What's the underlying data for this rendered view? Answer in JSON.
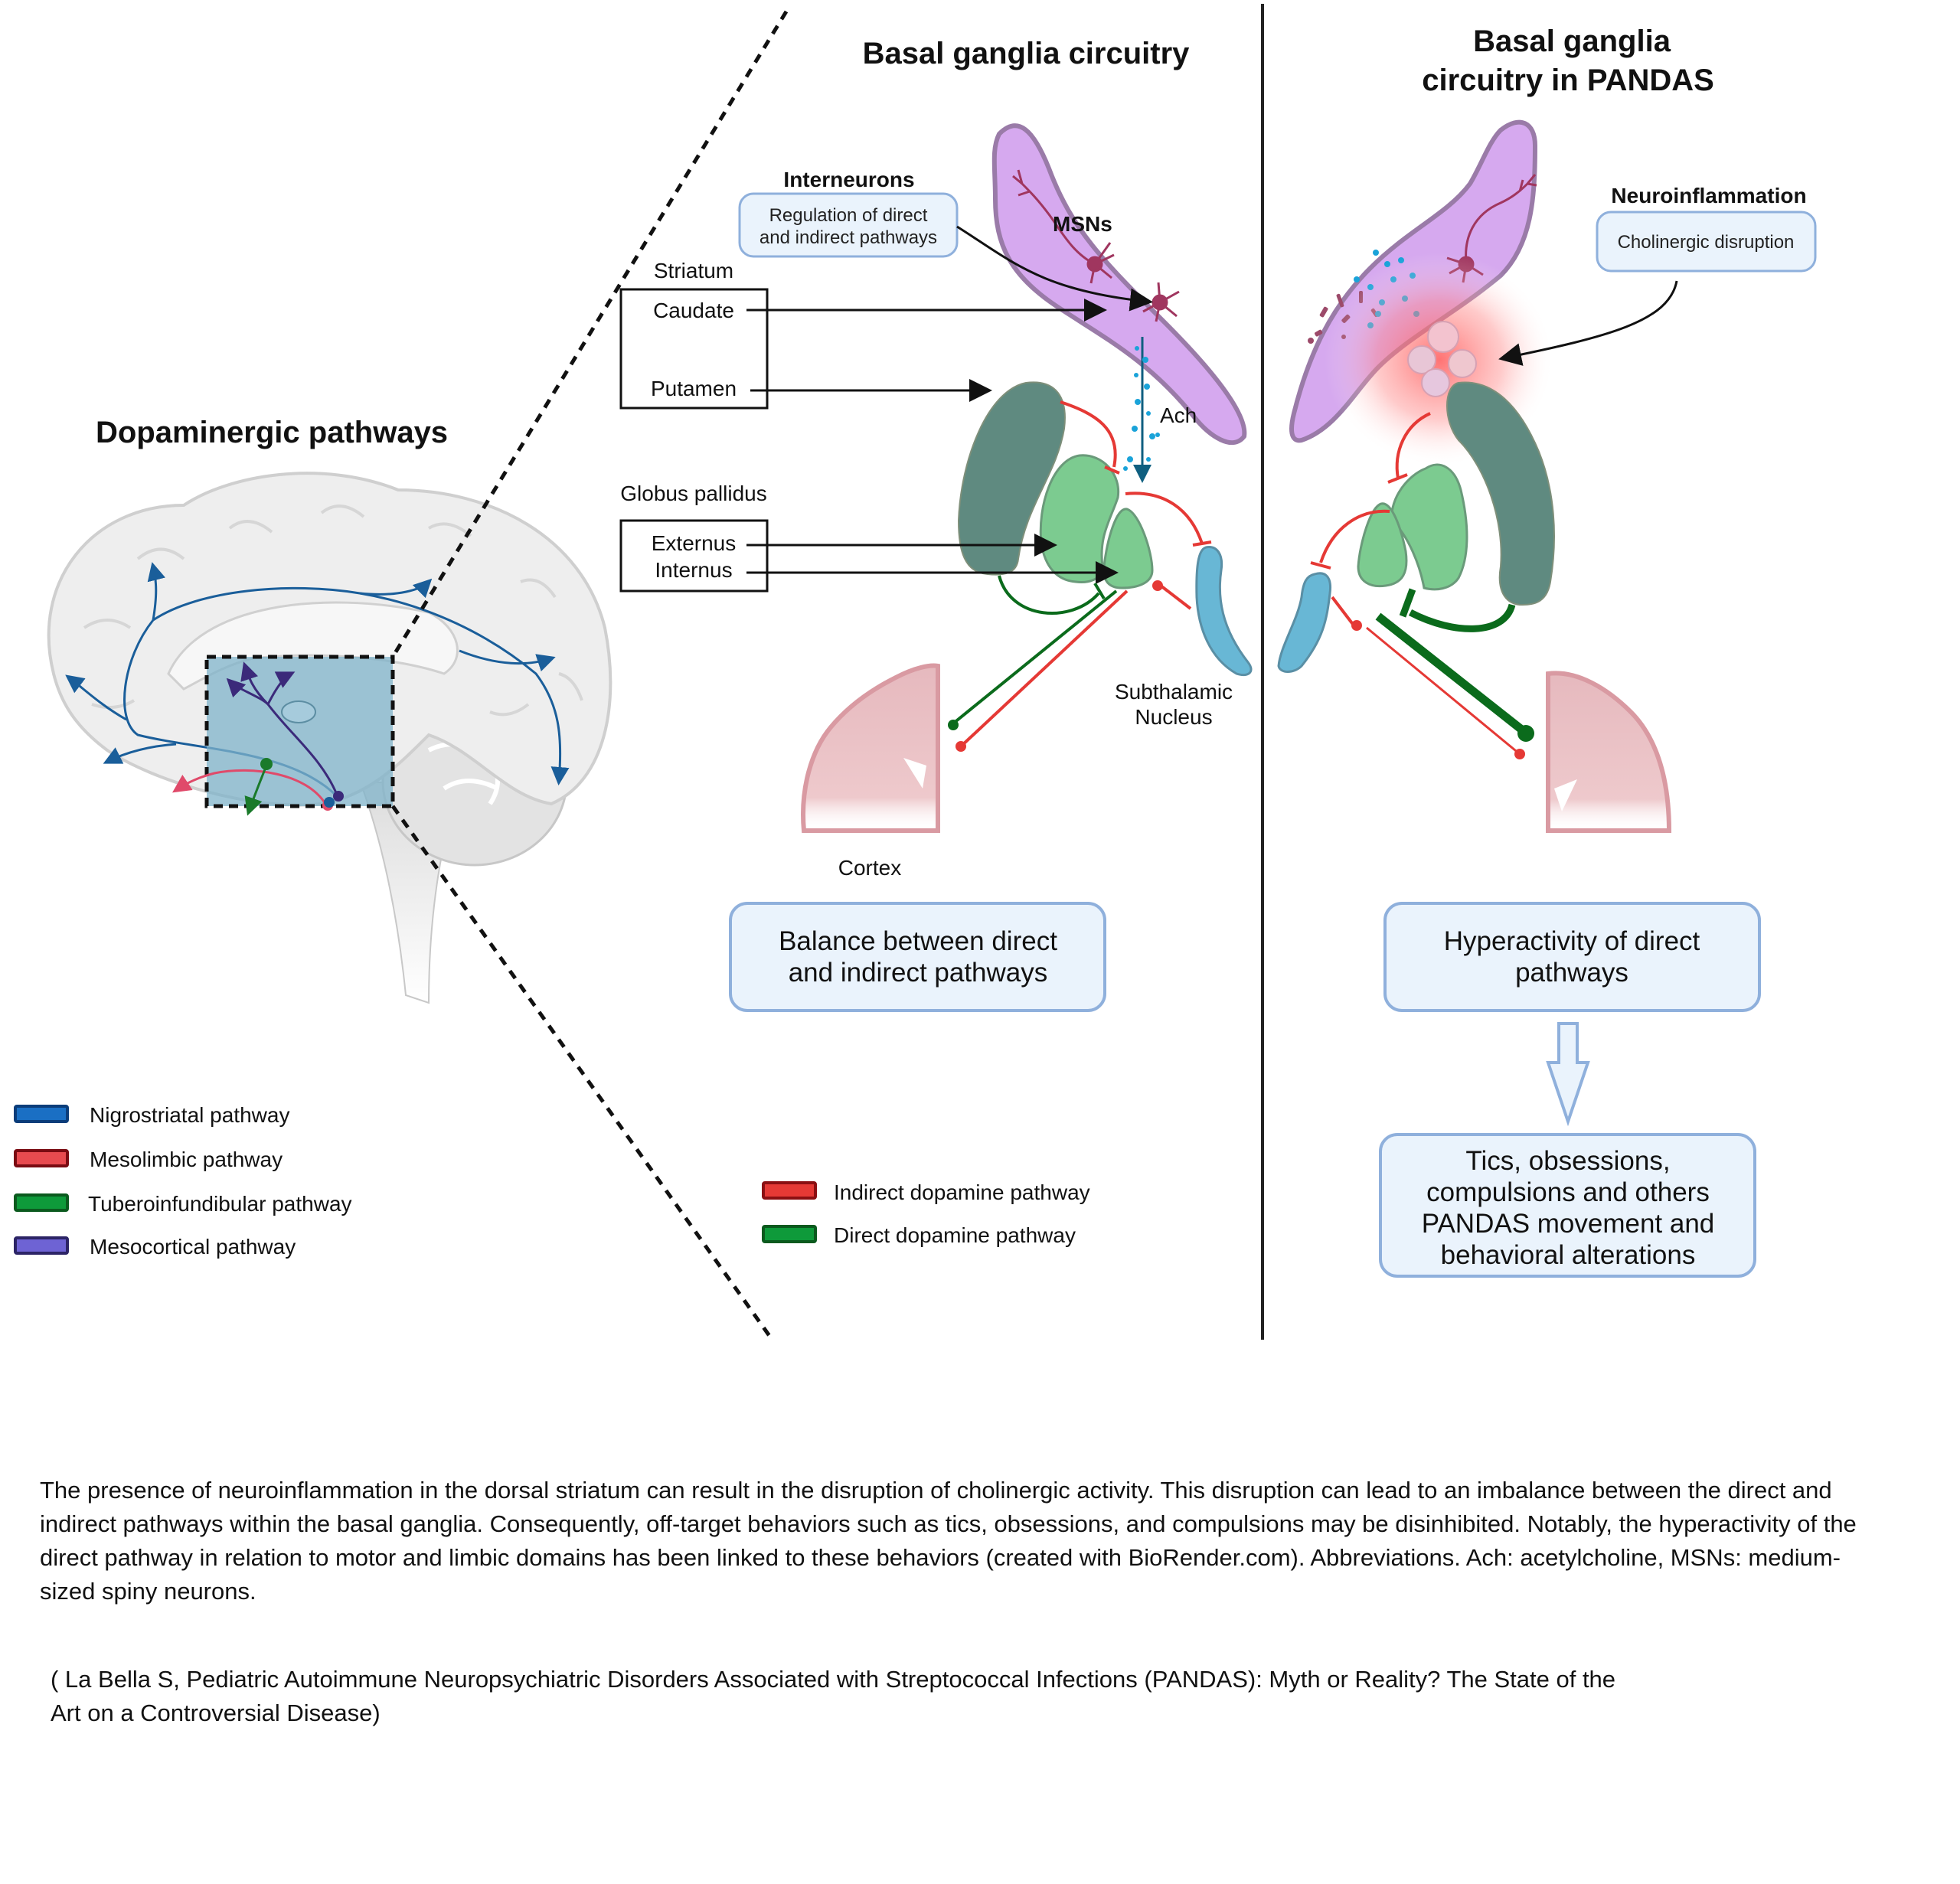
{
  "panels": {
    "left": {
      "title": "Dopaminergic pathways",
      "legend": [
        {
          "label": "Nigrostriatal pathway",
          "color": "#1a6fc4",
          "border": "#0b3d7a"
        },
        {
          "label": "Mesolimbic pathway",
          "color": "#e84a4f",
          "border": "#7a0b12"
        },
        {
          "label": "Tuberoinfundibular pathway",
          "color": "#0e9a3a",
          "border": "#0b5a1e"
        },
        {
          "label": "Mesocortical pathway",
          "color": "#6e63d4",
          "border": "#2c2466"
        }
      ]
    },
    "middle": {
      "title": "Basal ganglia circuitry",
      "interneurons": {
        "heading": "Interneurons",
        "box_line1": "Regulation of direct",
        "box_line2": "and indirect pathways"
      },
      "msns_label": "MSNs",
      "ach_label": "Ach",
      "striatum": {
        "heading": "Striatum",
        "items": [
          "Caudate",
          "Putamen"
        ]
      },
      "globus_pallidus": {
        "heading": "Globus pallidus",
        "items": [
          "Externus",
          "Internus"
        ]
      },
      "subthalamic_label_line1": "Subthalamic",
      "subthalamic_label_line2": "Nucleus",
      "cortex_label": "Cortex",
      "outcome_line1": "Balance between direct",
      "outcome_line2": "and indirect pathways",
      "legend": [
        {
          "label": "Indirect dopamine pathway",
          "color": "#e53935",
          "border": "#8b0f12"
        },
        {
          "label": "Direct dopamine pathway",
          "color": "#0e9a3a",
          "border": "#0b5a1e"
        }
      ]
    },
    "right": {
      "title_line1": "Basal ganglia",
      "title_line2": "circuitry in PANDAS",
      "neuroinflammation": {
        "heading": "Neuroinflammation",
        "box": "Cholinergic disruption"
      },
      "outcome_line1": "Hyperactivity of direct",
      "outcome_line2": "pathways",
      "result_lines": [
        "Tics, obsessions,",
        "compulsions and others",
        "PANDAS movement and",
        "behavioral alterations"
      ]
    }
  },
  "colors": {
    "striatum_purple": "#d6a9ef",
    "striatum_border": "#9a7ba8",
    "putamen_dark": "#5f8a80",
    "pallidus_green": "#7ccb90",
    "stn_blue": "#68b7d5",
    "cortex_pink": "#e6b9be",
    "indirect_red": "#e53935",
    "direct_green": "#0b6b1c",
    "box_fill": "#eaf3fc",
    "box_border": "#8fb0dc",
    "ach_blue": "#1aa3d9"
  },
  "caption": "The presence of neuroinflammation in the dorsal striatum can result in the disruption of cholinergic activity. This disruption can lead to an imbalance between the direct and indirect pathways within the basal ganglia. Consequently, off-target behaviors such as tics, obsessions, and compulsions may be disinhibited. Notably, the hyperactivity of the direct pathway in relation to motor and limbic domains has been linked to these behaviors (created with BioRender.com). Abbreviations. Ach: acetylcholine, MSNs: medium-sized spiny neurons.",
  "citation": "( La Bella S, Pediatric Autoimmune Neuropsychiatric Disorders Associated with Streptococcal Infections (PANDAS): Myth or Reality? The State of the Art on a Controversial Disease)"
}
